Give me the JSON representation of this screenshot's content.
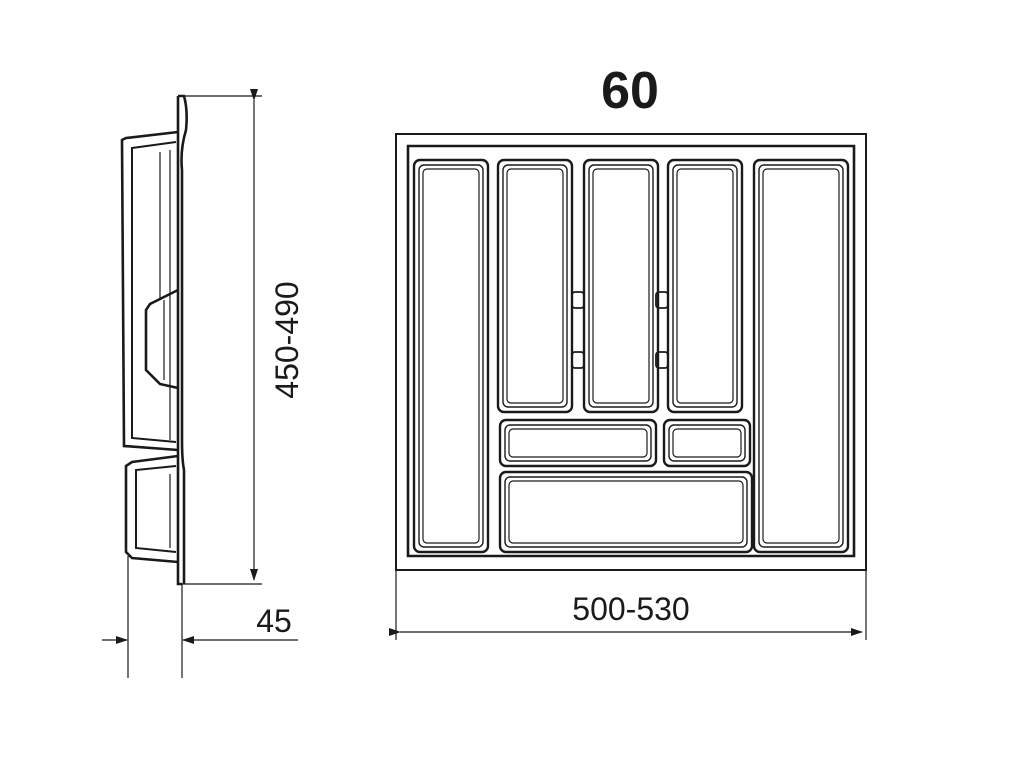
{
  "title": "60",
  "dimensions": {
    "depth": "450-490",
    "width": "500-530",
    "height": "45"
  }
}
